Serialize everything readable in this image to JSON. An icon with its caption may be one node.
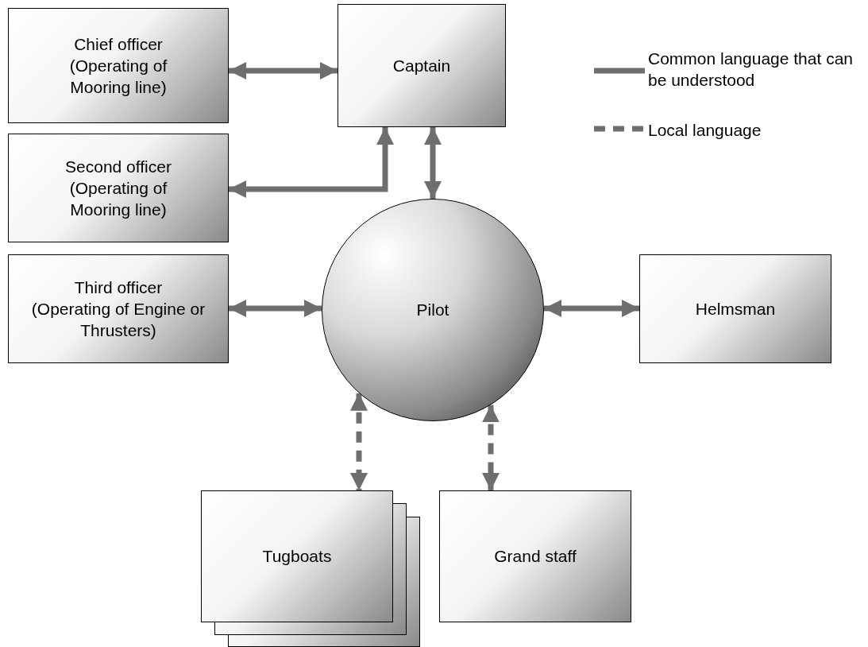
{
  "diagram": {
    "nodes": [
      {
        "text": [
          "Chief officer",
          "(Operating of Mooring line)"
        ]
      },
      {
        "text": [
          "Captain"
        ]
      },
      {
        "text": [
          "Second officer",
          "(Operating of Mooring line)"
        ]
      },
      {
        "text": [
          "Third officer",
          "(Operating of Engine or Thrusters)"
        ]
      },
      {
        "text": [
          "Pilot"
        ]
      },
      {
        "text": [
          "Helmsman"
        ]
      },
      {
        "text": [
          "Tugboats"
        ]
      },
      {
        "text": [
          "Grand staff"
        ]
      }
    ],
    "edges": [
      {
        "from": 0,
        "to": 1,
        "arrow": "both"
      },
      {
        "from": 1,
        "to": 2,
        "arrow": "both"
      },
      {
        "from": 1,
        "to": 4,
        "arrow": "both"
      },
      {
        "from": 3,
        "to": 4,
        "arrow": "both"
      },
      {
        "from": 4,
        "to": 5,
        "arrow": "both"
      },
      {
        "from": 4,
        "to": 6,
        "arrow": "both",
        "style": "dashed"
      },
      {
        "from": 4,
        "to": 7,
        "arrow": "both",
        "style": "dashed"
      }
    ],
    "legend": [
      {
        "text": "Common language that can be understood"
      },
      {
        "text": "Local language"
      }
    ]
  }
}
